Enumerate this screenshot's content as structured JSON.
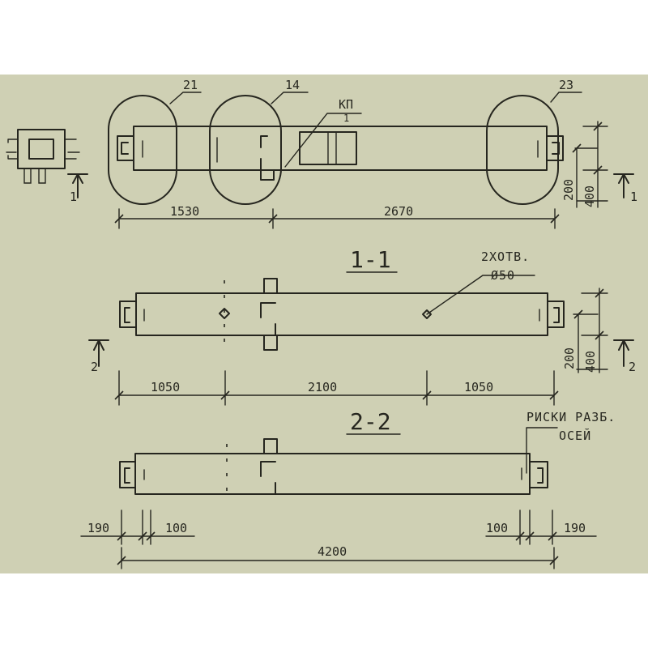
{
  "colors": {
    "paper": "#cfd0b4",
    "ink": "#26261f",
    "background": "#ffffff"
  },
  "callouts": {
    "c21": "21",
    "c14": "14",
    "c23": "23",
    "kp": "КП",
    "kp_sub": "1"
  },
  "plan": {
    "dim_left": "1530",
    "dim_right": "2670",
    "dim_h1": "200",
    "dim_h2": "400",
    "mark_left": "1",
    "mark_right": "1"
  },
  "section_1_1": {
    "title": "1-1",
    "note_line1": "2ХОТВ.",
    "note_line2": "Ø50",
    "dim_a": "1050",
    "dim_b": "2100",
    "dim_c": "1050",
    "dim_h1": "200",
    "dim_h2": "400",
    "mark_left": "2",
    "mark_right": "2"
  },
  "section_2_2": {
    "title": "2-2",
    "note_line1": "РИСКИ РАЗБ.",
    "note_line2": "ОСЕЙ",
    "dim_l1": "190",
    "dim_l2": "100",
    "dim_r1": "100",
    "dim_r2": "190",
    "dim_total": "4200"
  }
}
